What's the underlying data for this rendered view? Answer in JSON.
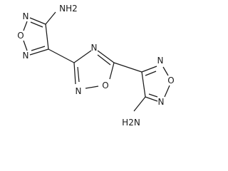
{
  "molecule": {
    "atoms": {
      "o_top_left_ring": "O",
      "n_top_left_ring_upper": "N",
      "n_top_left_ring_lower": "N",
      "amine_top": "NH2",
      "n_center_ring_right": "N",
      "n_center_ring_left": "N",
      "o_center_ring": "O",
      "o_right_ring": "O",
      "n_right_ring_upper": "N",
      "n_right_ring_lower": "N",
      "amine_bottom": "H2N"
    }
  }
}
